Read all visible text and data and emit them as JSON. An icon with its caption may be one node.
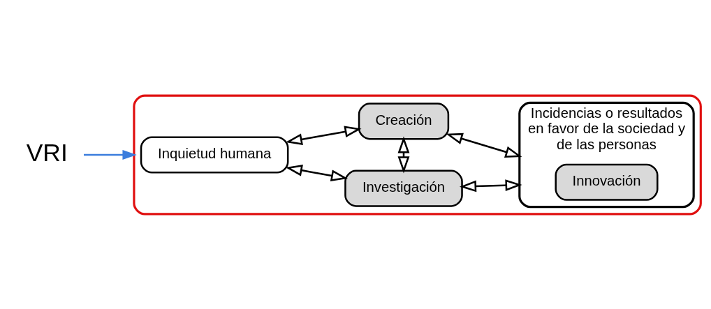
{
  "diagram": {
    "nodes": [
      {
        "text": [],
        "shape": "ellipse"
      },
      {
        "text": [
          "Inquietud humana"
        ],
        "in": 0
      },
      {
        "text": [
          "Investigación"
        ],
        "in": 0
      },
      {
        "text": [
          "Creación"
        ],
        "in": 0
      },
      {
        "text": [
          "Incidencias o resultados en favor de la sociedad y de las personas"
        ],
        "in": 0
      },
      {
        "text": [
          "Innovación"
        ],
        "in": 4
      },
      {
        "text": [
          "VRI"
        ]
      }
    ],
    "edges": [
      {
        "from": 1,
        "to": 2,
        "arrow": "both"
      },
      {
        "from": 1,
        "to": 3,
        "arrow": "both"
      },
      {
        "from": 2,
        "to": 3,
        "arrow": "both"
      },
      {
        "from": 2,
        "to": 4,
        "arrow": "both"
      },
      {
        "from": 3,
        "to": 4,
        "arrow": "both"
      },
      {
        "from": 6,
        "to": 0,
        "arrow": "to",
        "color": "#3b7ddd"
      }
    ]
  }
}
